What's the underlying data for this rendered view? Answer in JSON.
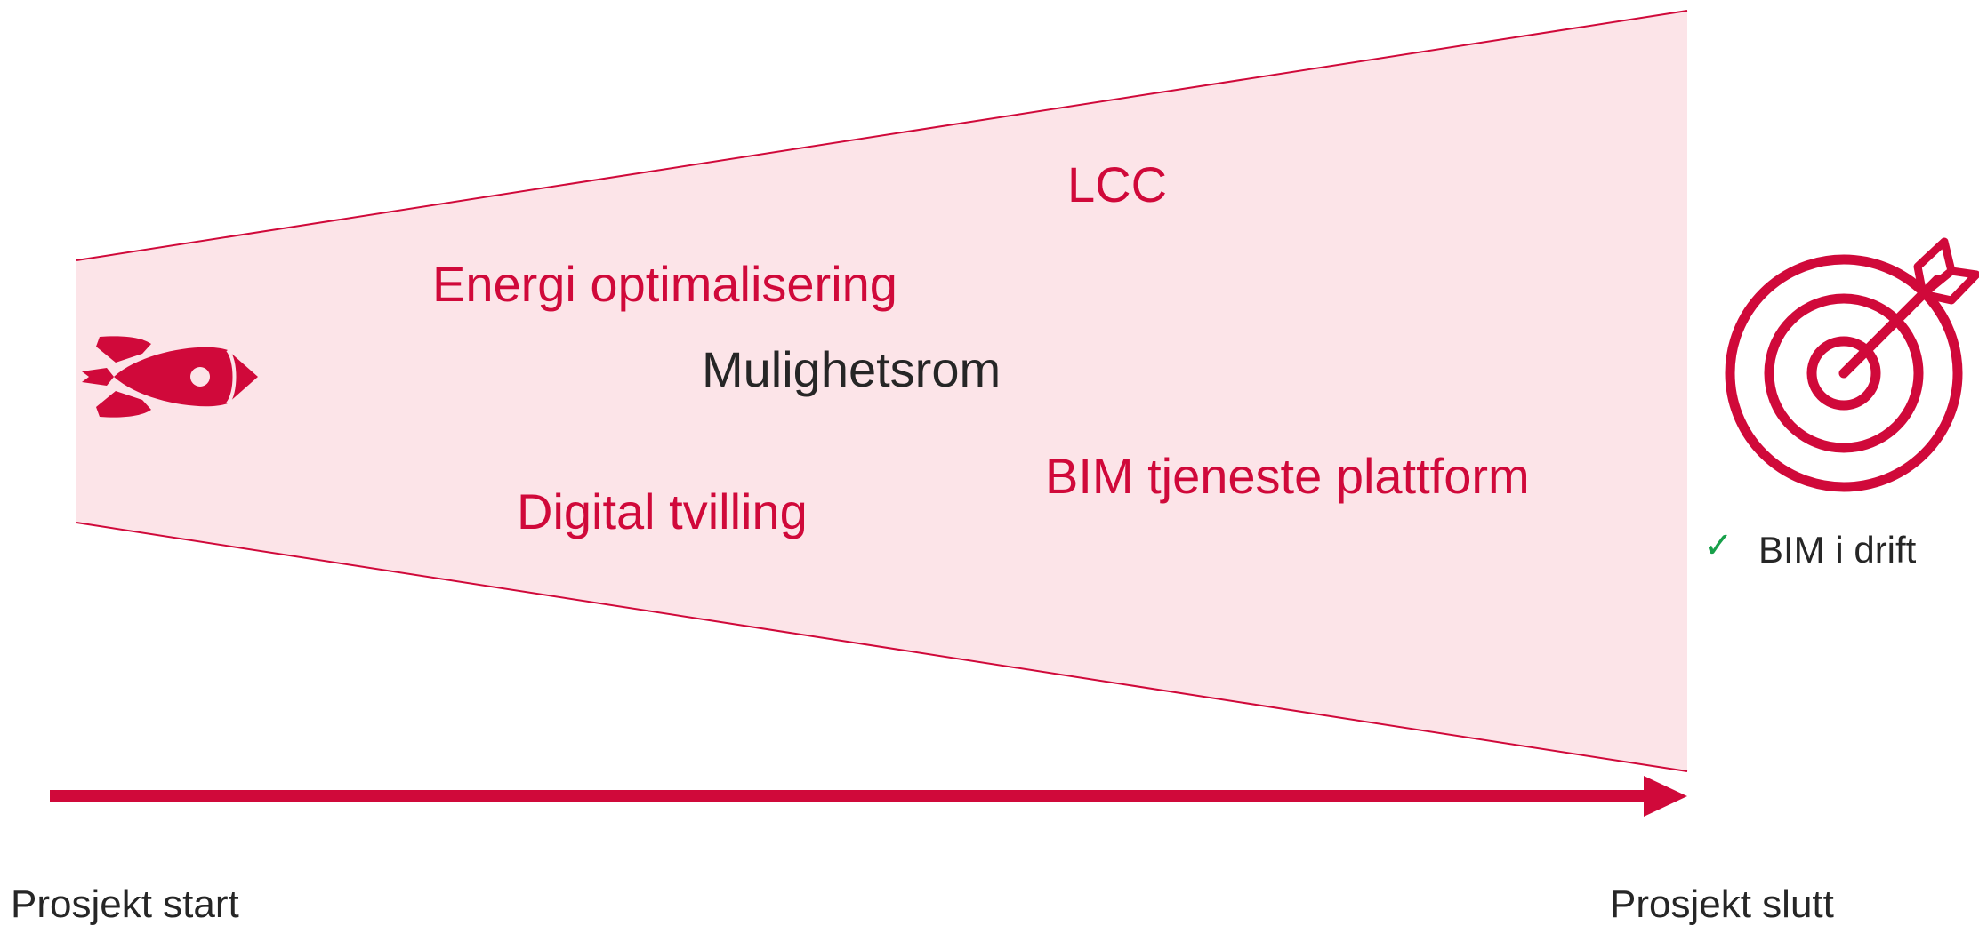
{
  "diagram": {
    "center_label": "Mulighetsrom",
    "opportunities": [
      {
        "label": "LCC"
      },
      {
        "label": "Energi optimalisering"
      },
      {
        "label": "Digital tvilling"
      },
      {
        "label": "BIM tjeneste plattform"
      }
    ],
    "axis": {
      "start_label": "Prosjekt start",
      "end_label": "Prosjekt slutt"
    },
    "goal": {
      "check_symbol": "✓",
      "label": "BIM i drift"
    },
    "icons": {
      "start": "rocket-icon",
      "end": "target-arrow-icon"
    },
    "colors": {
      "accent": "#D0093A",
      "funnel_fill": "#FCE4E8",
      "check": "#17A04A",
      "text": "#262626"
    }
  }
}
